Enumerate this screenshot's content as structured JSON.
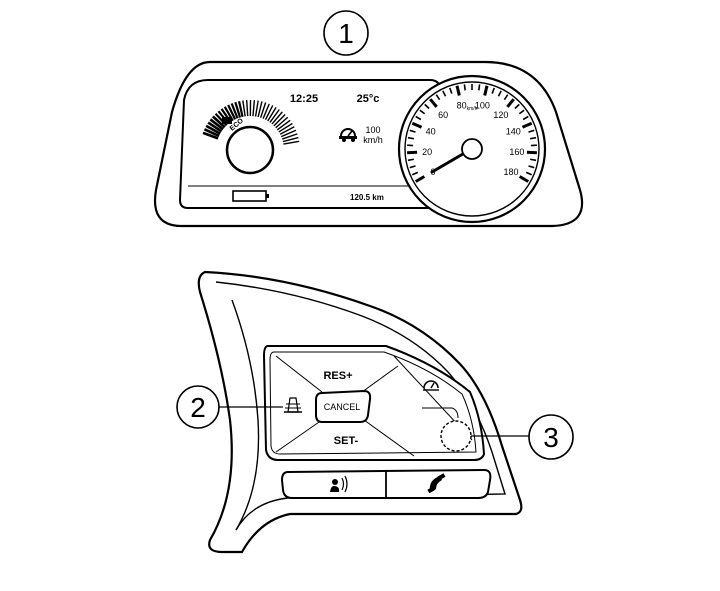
{
  "callouts": [
    "1",
    "2",
    "3"
  ],
  "dashboard": {
    "time": "12:25",
    "temperature": "25°c",
    "eco_label": "ECO",
    "set_speed_value": "100",
    "set_speed_unit": "km/h",
    "odometer": "120.5 km",
    "speedo_unit": "km/h",
    "speedo_ticks": [
      "0",
      "20",
      "40",
      "60",
      "80",
      "100",
      "120",
      "140",
      "160",
      "180"
    ]
  },
  "steering_switch": {
    "res_label": "RES+",
    "cancel_label": "CANCEL",
    "set_label": "SET-"
  },
  "colors": {
    "line": "#000000",
    "fill": "#ffffff"
  }
}
